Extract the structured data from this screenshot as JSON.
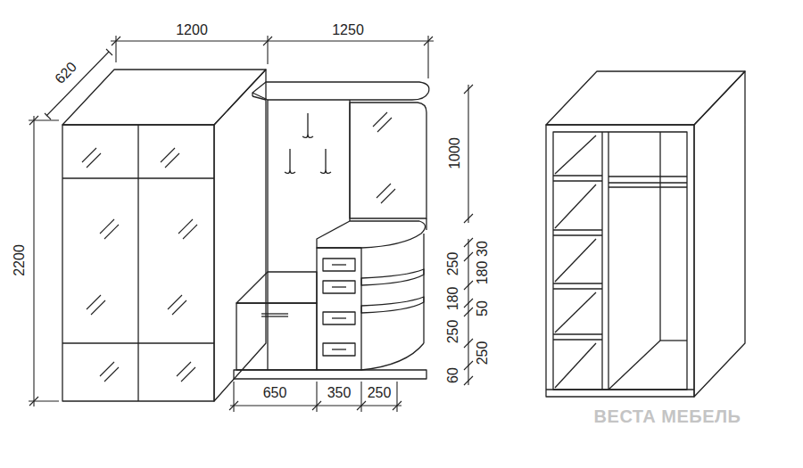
{
  "diagram": {
    "labels": [
      "1200",
      "1250",
      "620",
      "2200",
      "1000",
      "30",
      "250",
      "180",
      "180",
      "50",
      "250",
      "250",
      "60",
      "650",
      "350",
      "250",
      "ВЕСТА МЕБЕЛЬ"
    ]
  }
}
